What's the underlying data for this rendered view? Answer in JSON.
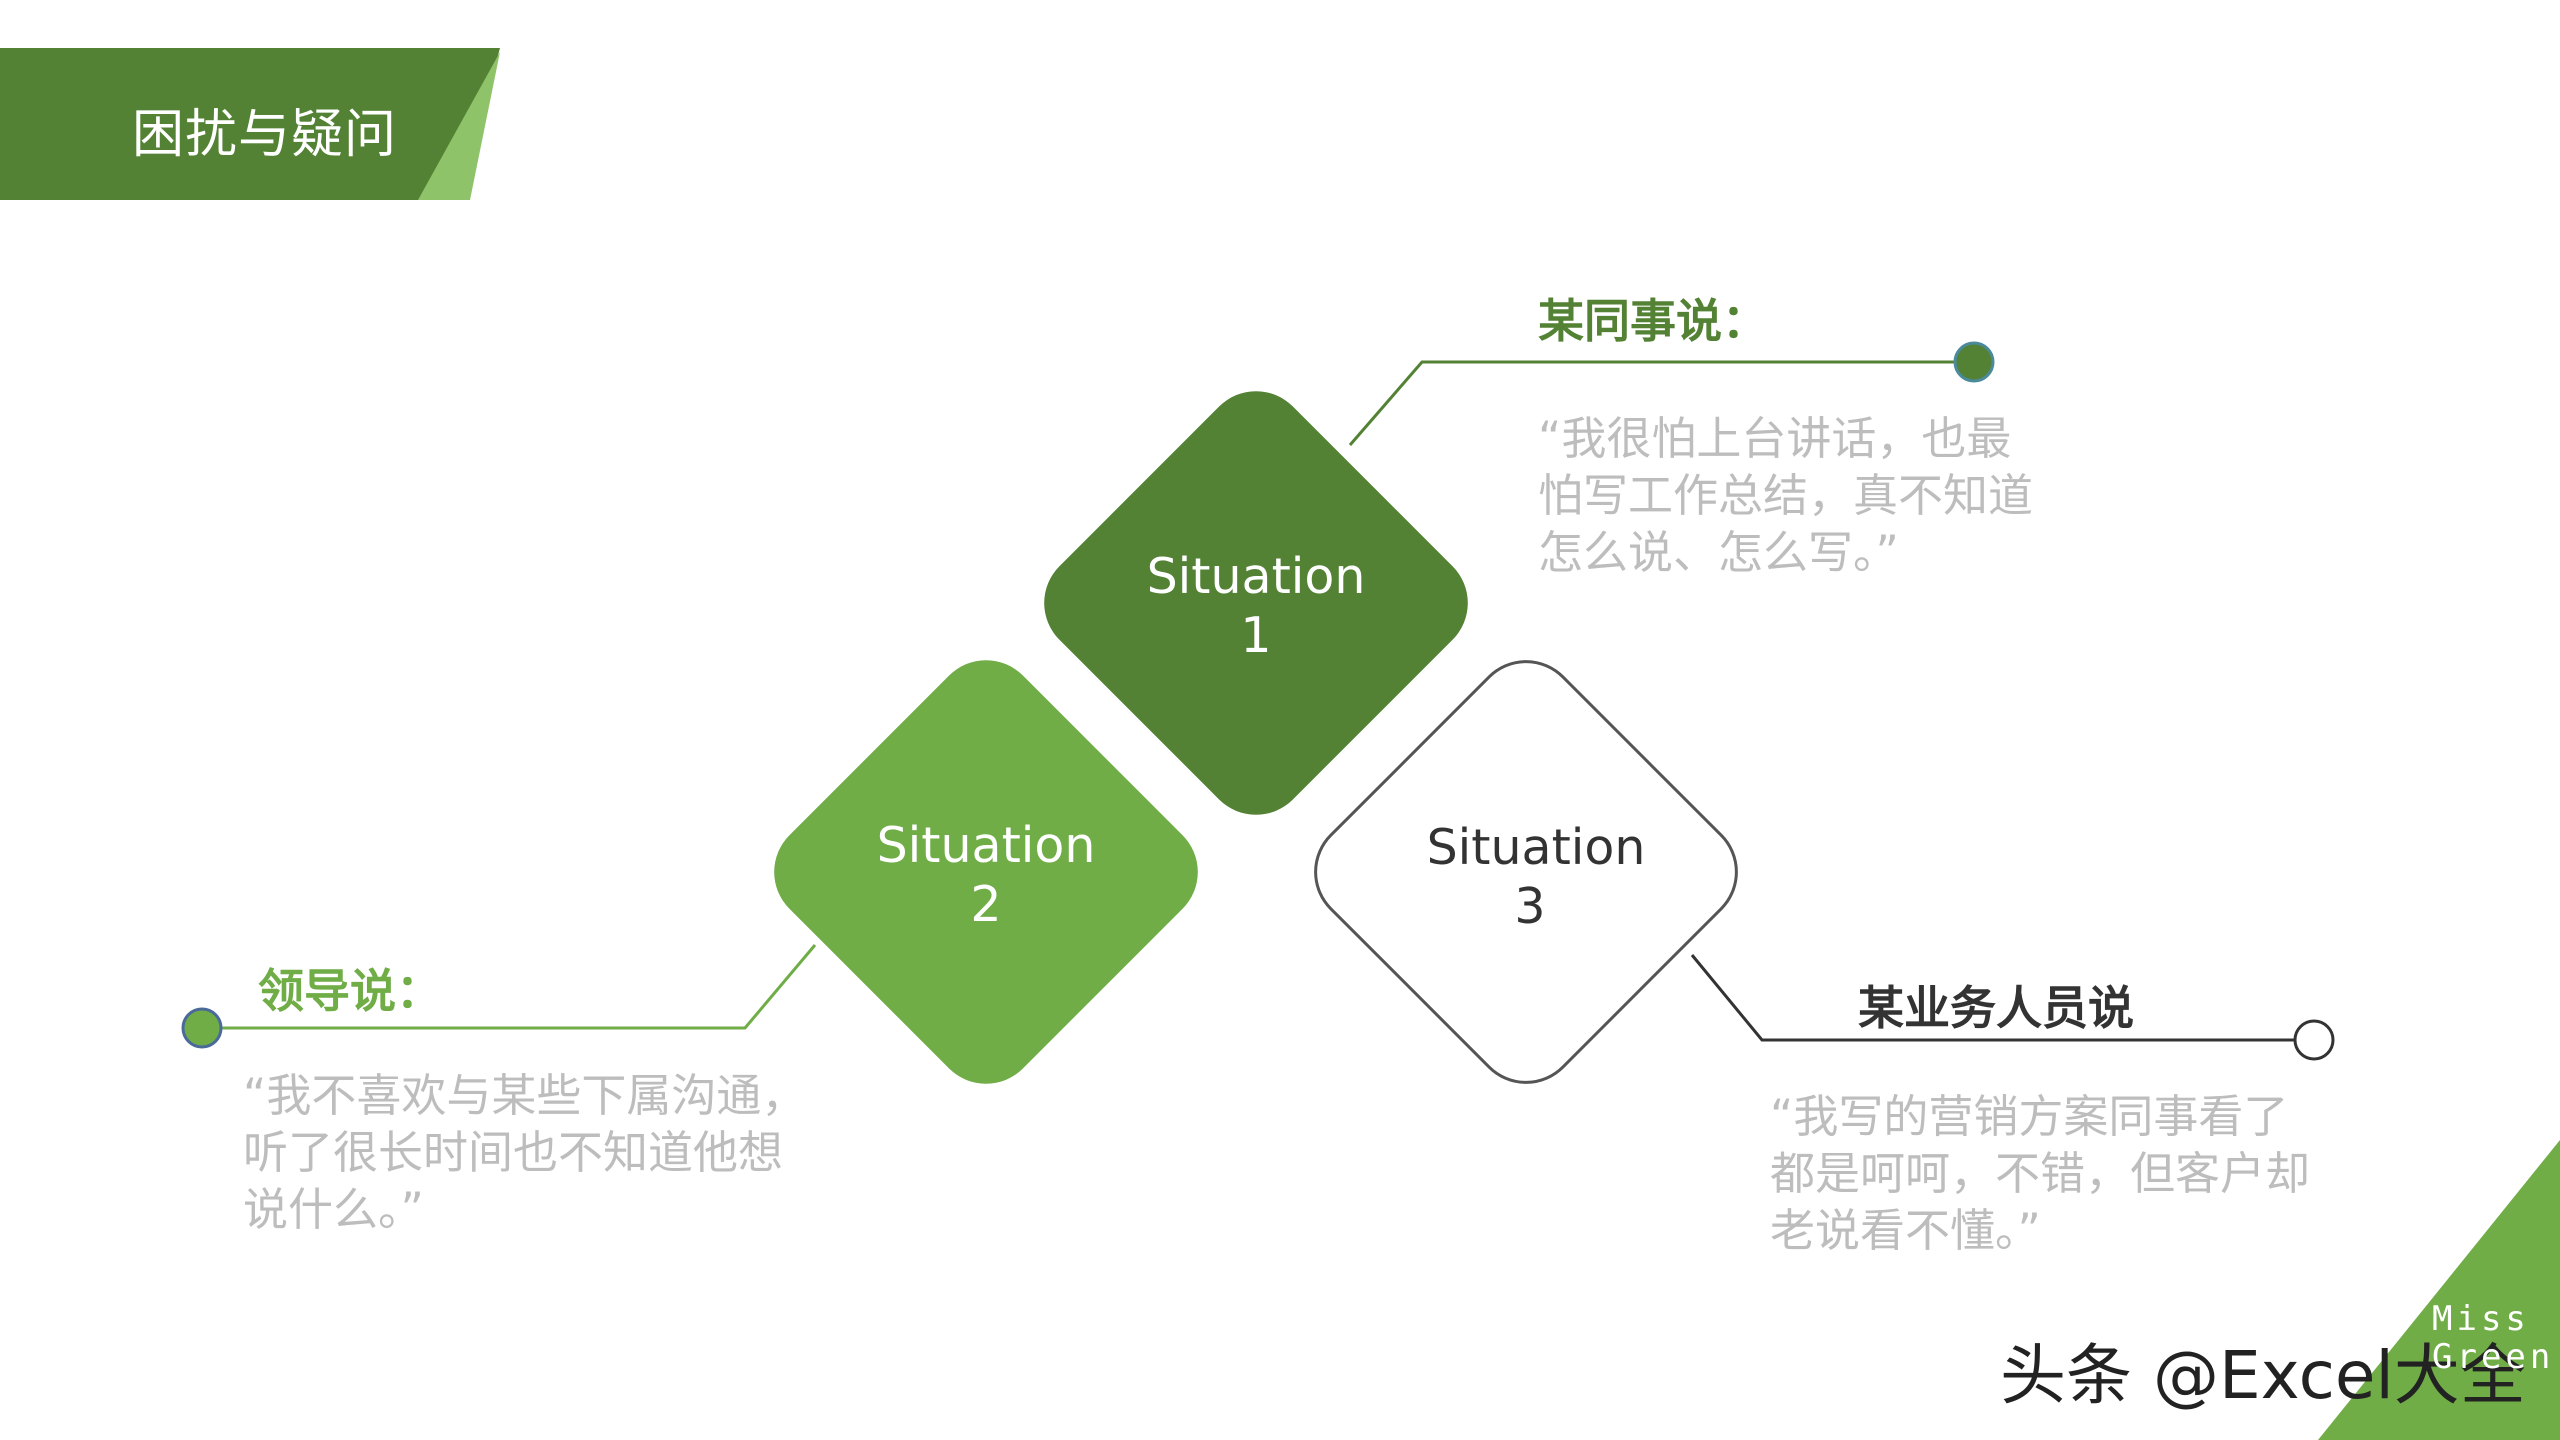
{
  "header": {
    "title": "困扰与疑问",
    "colors": {
      "band": "#548235",
      "accent": "#8fc36a"
    }
  },
  "diagram": {
    "situations": [
      {
        "line1": "Situation",
        "line2": "1",
        "fill": "#548235",
        "stroke": "none",
        "text_color": "#ffffff"
      },
      {
        "line1": "Situation",
        "line2": "2",
        "fill": "#70ad47",
        "stroke": "none",
        "text_color": "#ffffff"
      },
      {
        "line1": "Situation",
        "line2": "3",
        "fill": "#ffffff",
        "stroke": "#555555",
        "text_color": "#333333"
      }
    ],
    "callouts": [
      {
        "speaker": "某同事说：",
        "speaker_color": "#548235",
        "quote": "“我很怕上台讲话，也最\n怕写工作总结，真不知道\n怎么说、怎么写。”",
        "dot_fill": "#548235"
      },
      {
        "speaker": "领导说：",
        "speaker_color": "#70ad47",
        "quote": "“我不喜欢与某些下属沟通，\n听了很长时间也不知道他想\n说什么。”",
        "dot_fill": "#70ad47"
      },
      {
        "speaker": "某业务人员说",
        "speaker_color": "#333333",
        "quote": "“我写的营销方案同事看了\n都是呵呵，不错，但客户却\n老说看不懂。”",
        "dot_fill": "#ffffff"
      }
    ]
  },
  "footer": {
    "watermark": "头条 @Excel大全",
    "brand": "Miss\nGreen",
    "corner_color": "#70ad47"
  }
}
